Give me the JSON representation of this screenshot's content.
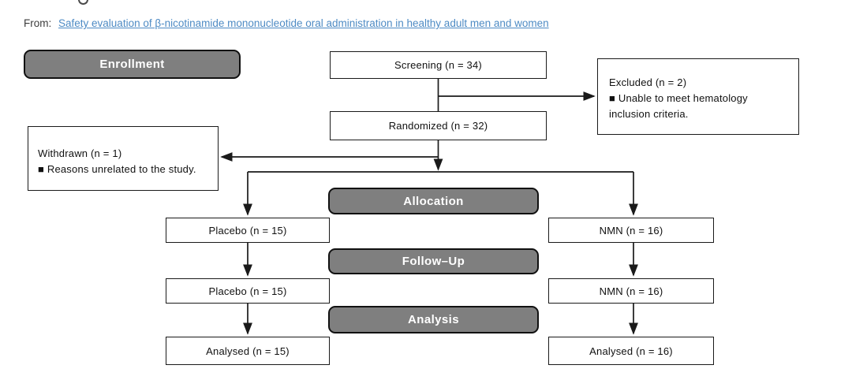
{
  "header": {
    "from_label": "From:",
    "article_title": "Safety evaluation of β-nicotinamide mononucleotide oral administration in healthy adult men and women"
  },
  "colors": {
    "stage_fill": "#7f7f7f",
    "stage_text": "#ffffff",
    "box_border": "#1a1a1a",
    "link": "#4e8bc4",
    "background": "#ffffff"
  },
  "flowchart": {
    "stage_labels": {
      "enrollment": "Enrollment",
      "allocation": "Allocation",
      "follow_up": "Follow–Up",
      "analysis": "Analysis"
    },
    "nodes": {
      "screening": "Screening (n = 34)",
      "randomized": "Randomized (n = 32)",
      "excluded": {
        "title": "Excluded (n = 2)",
        "reason": "■ Unable to meet hematology inclusion criteria."
      },
      "withdrawn": {
        "title": "Withdrawn (n = 1)",
        "reason": "■ Reasons unrelated to the study."
      },
      "allocation": {
        "placebo": "Placebo (n = 15)",
        "nmn": "NMN (n = 16)"
      },
      "follow_up": {
        "placebo": "Placebo (n = 15)",
        "nmn": "NMN (n = 16)"
      },
      "analysis": {
        "placebo": "Analysed (n = 15)",
        "nmn": "Analysed (n = 16)"
      }
    }
  }
}
